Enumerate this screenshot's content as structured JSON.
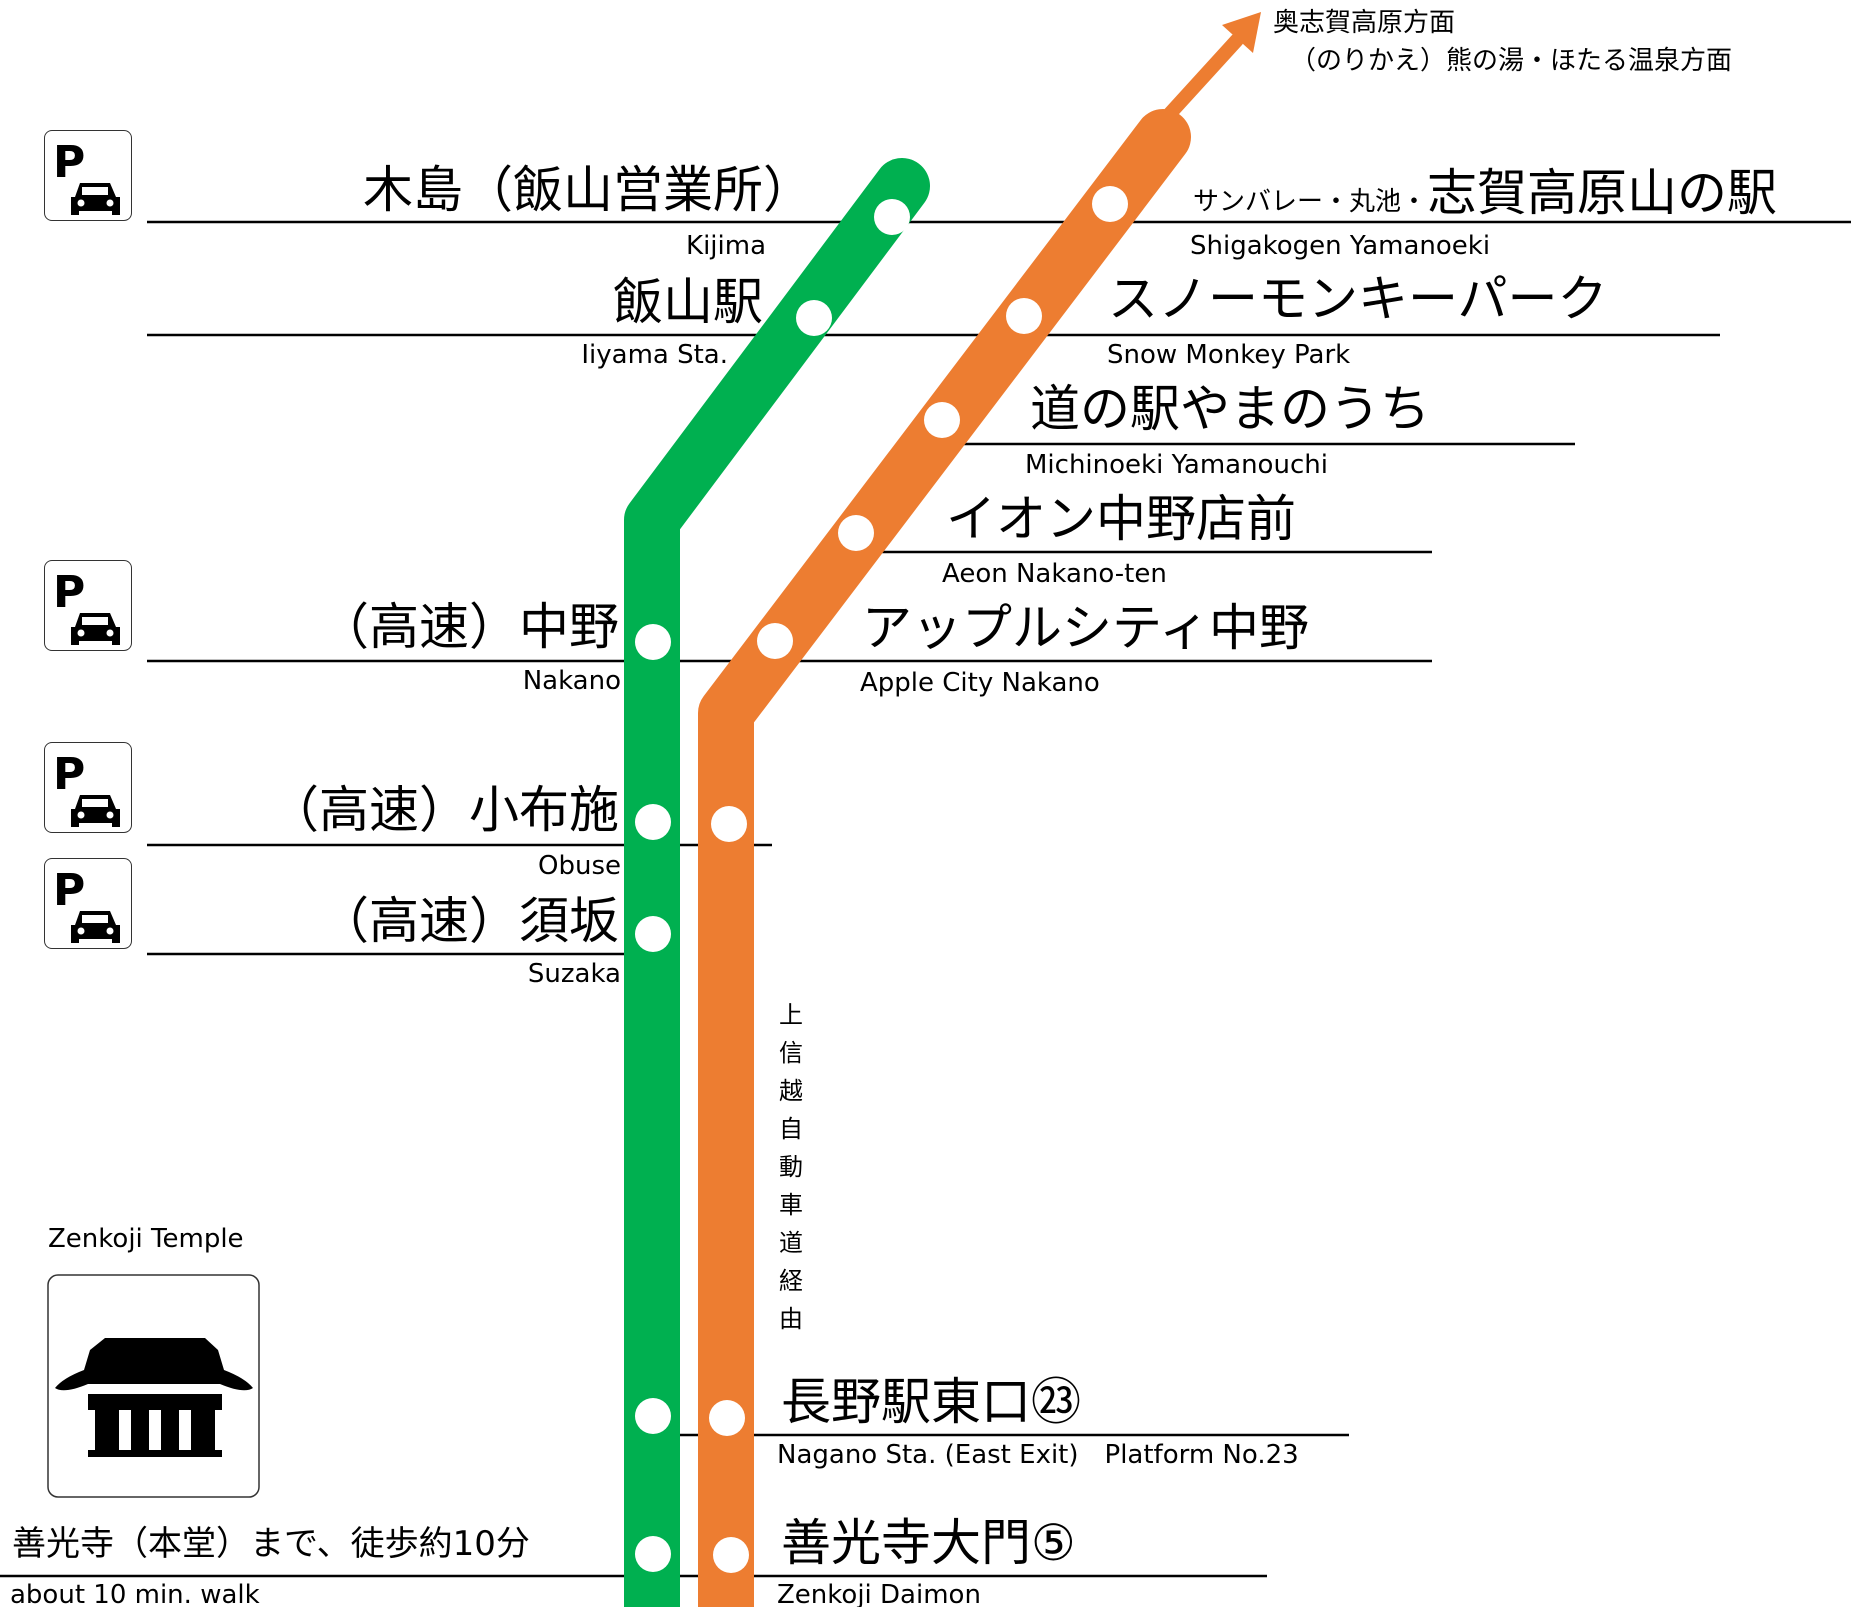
{
  "colors": {
    "green_line": "#00b050",
    "orange_line": "#ed7d31",
    "stop_dot": "#ffffff",
    "rule": "#000000"
  },
  "direction": {
    "line1": "奥志賀高原方面",
    "line2": "（のりかえ）熊の湯・ほたる温泉方面"
  },
  "expressway_note": "上信越自動車道経由",
  "stops_left": [
    {
      "id": "kijima",
      "ja": "木島（飯山営業所）",
      "en": "Kijima",
      "parking": true
    },
    {
      "id": "iiyama",
      "ja": "飯山駅",
      "en": "Iiyama Sta.",
      "parking": false
    },
    {
      "id": "nakano",
      "ja": "（高速）中野",
      "en": "Nakano",
      "parking": true
    },
    {
      "id": "obuse",
      "ja": "（高速）小布施",
      "en": "Obuse",
      "parking": true
    },
    {
      "id": "suzaka",
      "ja": "（高速）須坂",
      "en": "Suzaka",
      "parking": true
    }
  ],
  "stops_right": [
    {
      "id": "shiga",
      "ja_prefix": "サンバレー・丸池・",
      "ja": "志賀高原山の駅",
      "en": "Shigakogen Yamanoeki"
    },
    {
      "id": "snowmonkey",
      "ja": "スノーモンキーパーク",
      "en": "Snow Monkey Park"
    },
    {
      "id": "michinoeki",
      "ja": "道の駅やまのうち",
      "en": "Michinoeki Yamanouchi"
    },
    {
      "id": "aeon",
      "ja": "イオン中野店前",
      "en": "Aeon Nakano-ten"
    },
    {
      "id": "applecity",
      "ja": "アップルシティ中野",
      "en": "Apple City Nakano"
    }
  ],
  "terminals": [
    {
      "id": "nagano",
      "ja": "長野駅東口㉓",
      "en": "Nagano Sta. (East Exit)　Platform No.23"
    },
    {
      "id": "zenkoji-daimon",
      "ja": "善光寺大門⑤",
      "en": "Zenkoji Daimon"
    }
  ],
  "zenkoji": {
    "label": "Zenkoji Temple",
    "walk_ja": "善光寺（本堂）まで、徒歩約10分",
    "walk_en": "about 10 min. walk"
  },
  "icons": {
    "parking": "parking-car-icon",
    "temple": "temple-icon",
    "arrow": "direction-arrow-icon"
  }
}
